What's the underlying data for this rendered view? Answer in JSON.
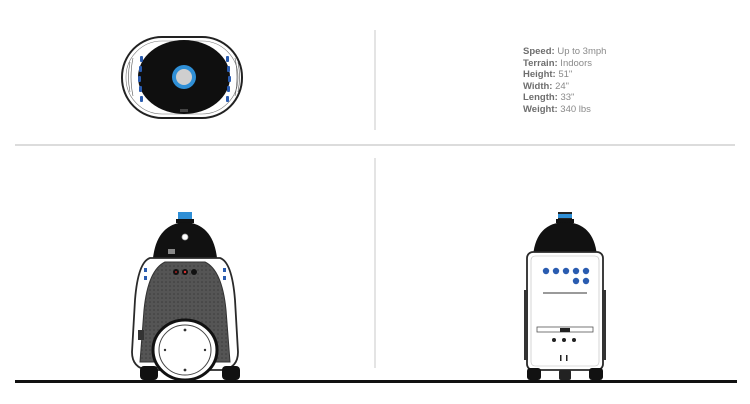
{
  "specs": [
    {
      "label": "Speed:",
      "value": " Up to 3mph"
    },
    {
      "label": "Terrain:",
      "value": " Indoors"
    },
    {
      "label": "Height:",
      "value": " 51\""
    },
    {
      "label": "Width:",
      "value": " 24\""
    },
    {
      "label": "Length:",
      "value": " 33\""
    },
    {
      "label": "Weight:",
      "value": " 340 lbs"
    }
  ],
  "colors": {
    "body": "#ffffff",
    "outline": "#2a2a2a",
    "dome": "#111111",
    "accent_blue": "#2f8fd6",
    "button_blue": "#2a5cb0",
    "grille": "#4a4a4a",
    "divider": "#b5b5b5"
  },
  "icons": [
    "robot-top-view",
    "robot-front-view",
    "robot-rear-view"
  ]
}
